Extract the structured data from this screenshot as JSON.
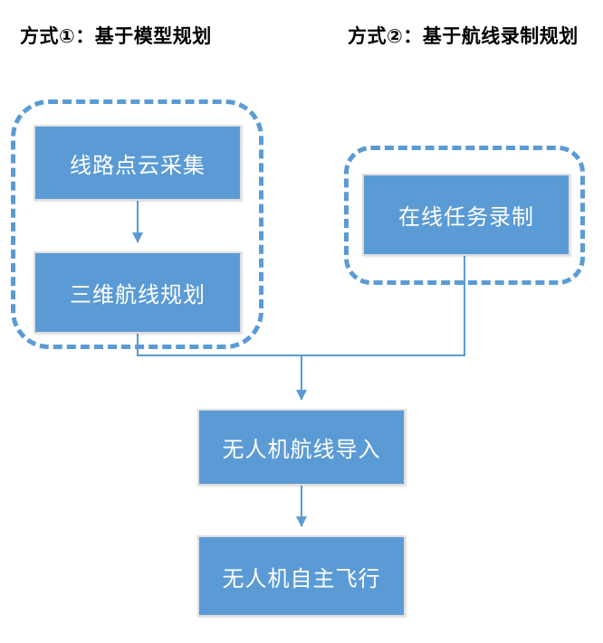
{
  "headers": {
    "method1": "方式①：基于模型规划",
    "method2": "方式②：基于航线录制规划"
  },
  "nodes": {
    "point_cloud_collection": {
      "label": "线路点云采集"
    },
    "route_planning_3d": {
      "label": "三维航线规划"
    },
    "online_task_recording": {
      "label": "在线任务录制"
    },
    "uav_route_import": {
      "label": "无人机航线导入"
    },
    "uav_autonomous_flight": {
      "label": "无人机自主飞行"
    }
  },
  "colors": {
    "node_fill": "#5b9bd5",
    "node_text": "#ffffff",
    "node_border": "#dedede",
    "connector": "#5b9bd5",
    "group_dash_border": "#5b9bd5",
    "header_text": "#000000",
    "background": "#ffffff"
  }
}
